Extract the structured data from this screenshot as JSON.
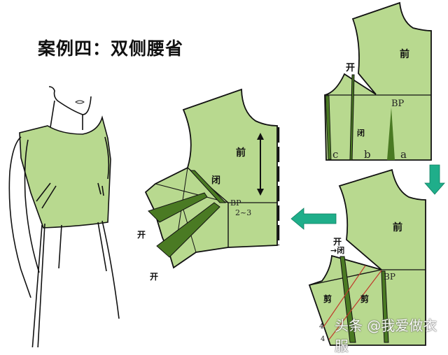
{
  "title": "案例四：双侧腰省",
  "colors": {
    "fabric": "#b8d98f",
    "dart": "#4a7a23",
    "outline": "#111111",
    "arrow": "#1fae8a",
    "cut_line": "#c0392b"
  },
  "figure": {
    "description": "sleeveless bodice with double side waist darts"
  },
  "top_right_pattern": {
    "front_label": "前",
    "open_label": "开",
    "close_label": "闭",
    "bp_label": "BP",
    "dart_labels": [
      "c",
      "b",
      "a"
    ]
  },
  "middle_pattern": {
    "front_label": "前",
    "close_label": "闭",
    "bp_label": "BP",
    "measure_label": "2~3",
    "open_labels": [
      "开",
      "开"
    ]
  },
  "bottom_right_pattern": {
    "front_label": "前",
    "open_label": "开",
    "close_label": "→闭",
    "bp_label": "BP",
    "cut_labels": [
      "剪",
      "剪"
    ],
    "side_numbers": [
      "4",
      "4"
    ]
  },
  "arrows": {
    "down": "arrow-down",
    "left": "arrow-left"
  },
  "watermark": "头条 @我爱做衣服"
}
